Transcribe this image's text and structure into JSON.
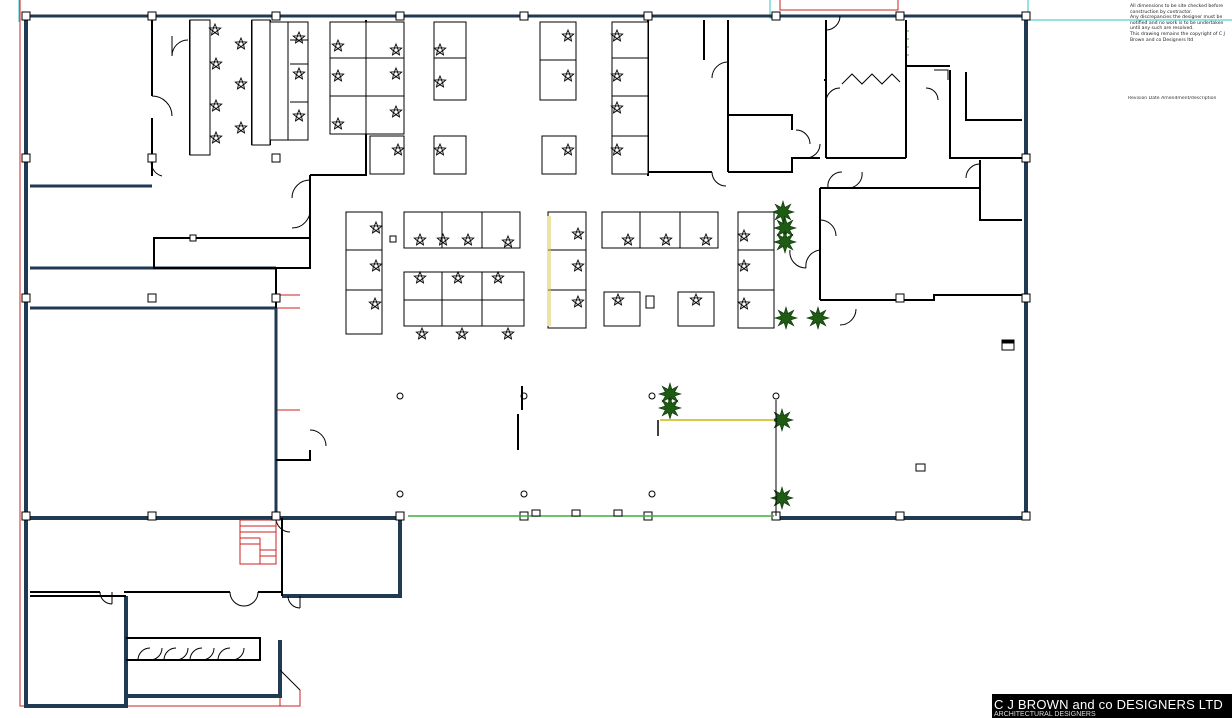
{
  "drawing": {
    "notes": "All dimensions to be site checked before construction by contractor.\nAny discrepancies the designer must be notified and no work is to be undertaken until any such are resolved.\nThis drawing remains the copyright of C J Brown and co Designers ltd",
    "revision_header": "Revision   Date   Amendment/description",
    "company_name": "C J BROWN and co DESIGNERS LTD",
    "company_subtitle": "ARCHITECTURAL DESIGNERS"
  },
  "colors": {
    "wall": "#1f3a52",
    "line": "#000000",
    "plant": "#1e5c14",
    "guide_red": "#cc2222",
    "guide_cyan": "#33c5c5",
    "rail_yellow": "#d8c84a",
    "rail_green": "#3fae3f"
  }
}
